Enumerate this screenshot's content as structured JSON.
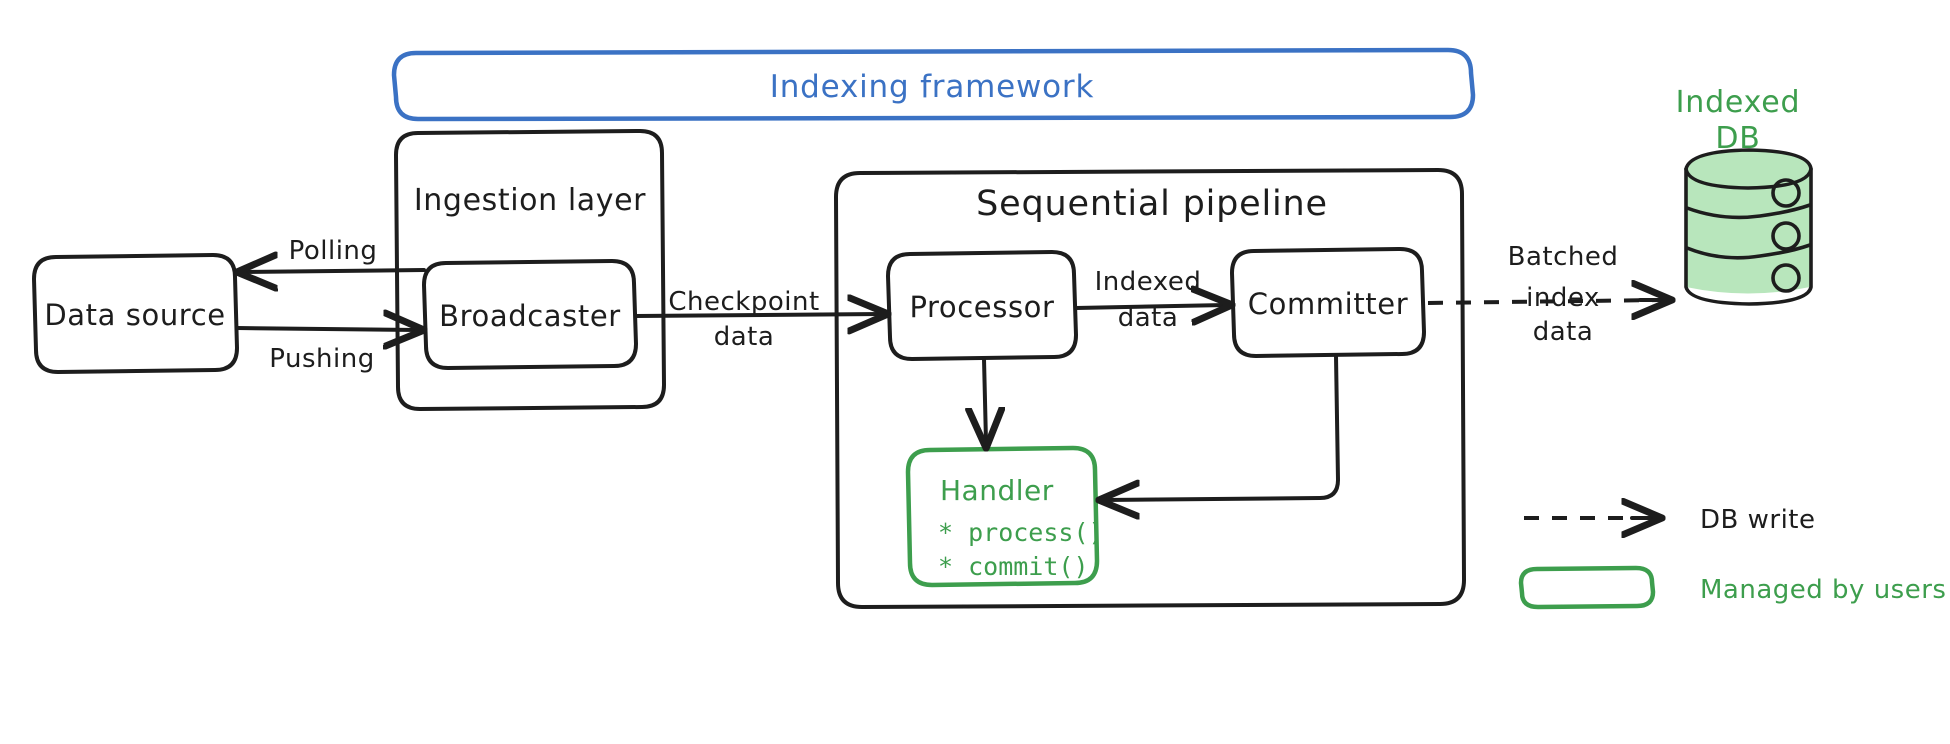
{
  "diagram": {
    "title": "Indexing framework architecture",
    "colors": {
      "frame_blue": "#3b72c4",
      "user_green": "#3d9e4d",
      "db_fill_green": "#b8e6bc",
      "stroke_black": "#1d1d1d",
      "background": "#ffffff"
    },
    "frame": {
      "label": "Indexing framework"
    },
    "groups": [
      {
        "id": "ingestion",
        "label": "Ingestion layer"
      },
      {
        "id": "pipeline",
        "label": "Sequential pipeline"
      }
    ],
    "nodes": [
      {
        "id": "data-source",
        "label": "Data source"
      },
      {
        "id": "broadcaster",
        "label": "Broadcaster"
      },
      {
        "id": "processor",
        "label": "Processor"
      },
      {
        "id": "committer",
        "label": "Committer"
      },
      {
        "id": "handler",
        "label": "Handler"
      }
    ],
    "handler": {
      "title": "Handler",
      "methods": [
        "* process()",
        "* commit()"
      ]
    },
    "database": {
      "label_line1": "Indexed",
      "label_line2": "DB",
      "tiers": 3
    },
    "edges": [
      {
        "id": "polling",
        "label": "Polling",
        "from": "broadcaster",
        "to": "data-source",
        "style": "solid"
      },
      {
        "id": "pushing",
        "label": "Pushing",
        "from": "data-source",
        "to": "broadcaster",
        "style": "solid"
      },
      {
        "id": "checkpoint",
        "label_line1": "Checkpoint",
        "label_line2": "data",
        "from": "broadcaster",
        "to": "processor",
        "style": "solid"
      },
      {
        "id": "indexed",
        "label_line1": "Indexed",
        "label_line2": "data",
        "from": "processor",
        "to": "committer",
        "style": "solid"
      },
      {
        "id": "batched",
        "label_line1": "Batched",
        "label_line2": "index",
        "label_line3": "data",
        "from": "committer",
        "to": "database",
        "style": "dashed"
      },
      {
        "id": "processor-handler",
        "label": "",
        "from": "processor",
        "to": "handler",
        "style": "solid"
      },
      {
        "id": "committer-handler",
        "label": "",
        "from": "committer",
        "to": "handler",
        "style": "solid"
      }
    ],
    "legend": [
      {
        "id": "db-write",
        "label": "DB write",
        "kind": "dashed-arrow"
      },
      {
        "id": "managed-by-users",
        "label": "Managed by users",
        "kind": "green-box"
      }
    ]
  }
}
